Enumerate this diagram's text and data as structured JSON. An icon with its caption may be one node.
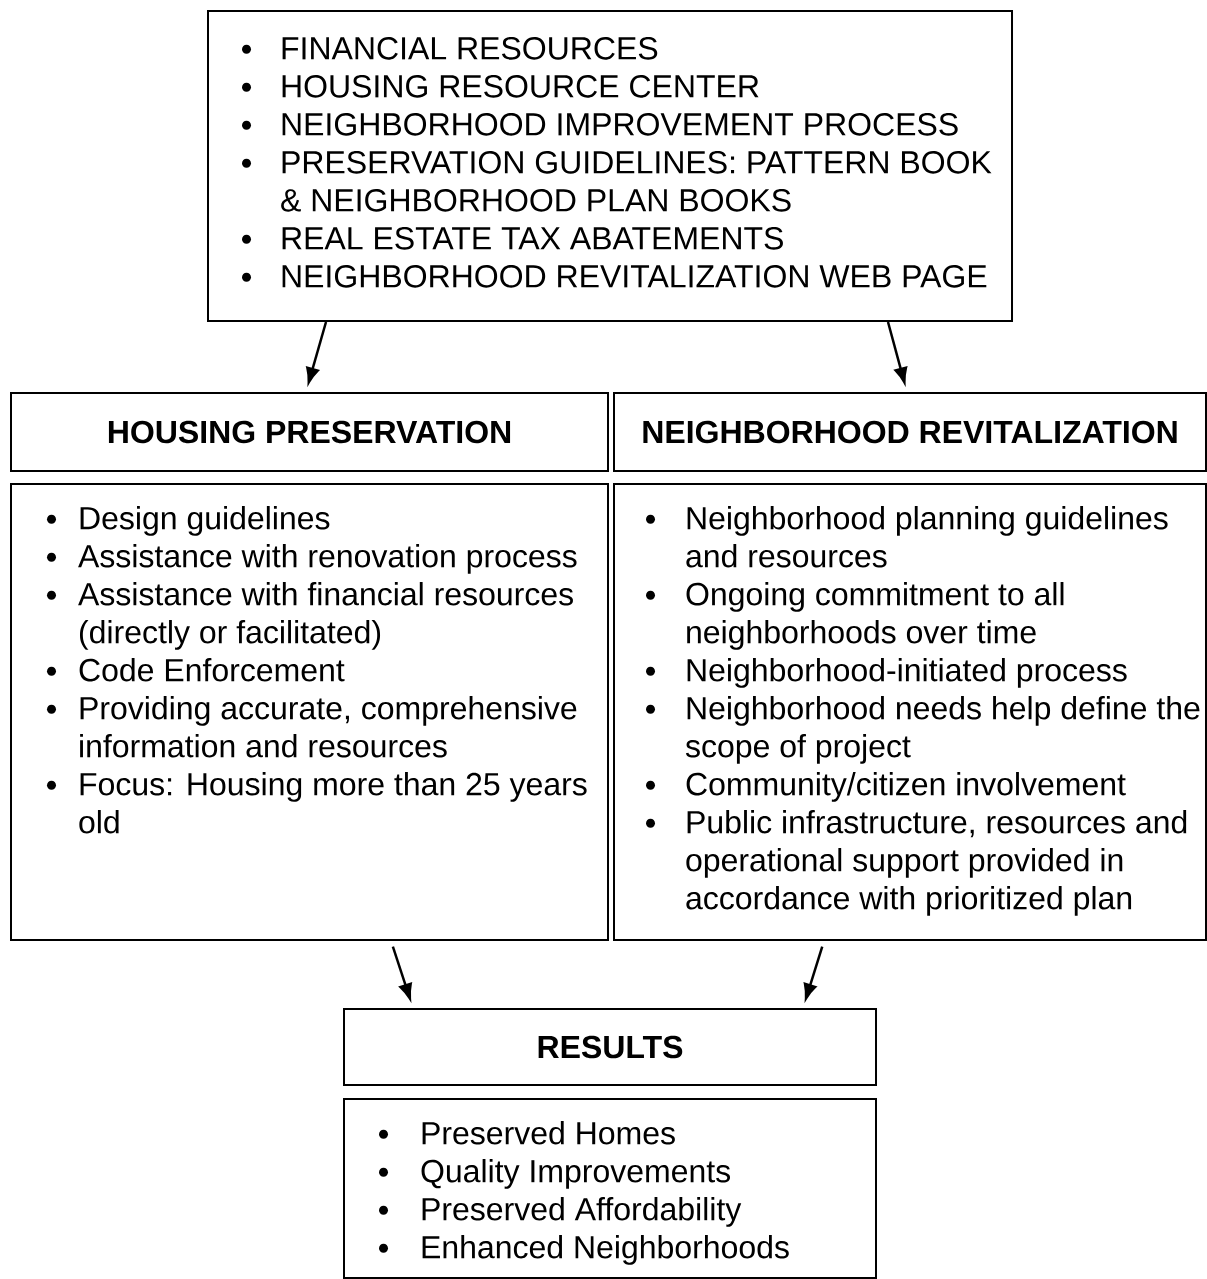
{
  "diagram": {
    "nodes": [
      {
        "text": [
          "FINANCIAL RESOURCES",
          "HOUSING RESOURCE CENTER",
          "NEIGHBORHOOD IMPROVEMENT PROCESS",
          "PRESERVATION GUIDELINES: PATTERN BOOK & NEIGHBORHOOD PLAN BOOKS",
          "REAL ESTATE TAX ABATEMENTS",
          "NEIGHBORHOOD REVITALIZATION WEB PAGE"
        ]
      },
      {
        "text": [
          "HOUSING PRESERVATION"
        ]
      },
      {
        "text": [
          "NEIGHBORHOOD REVITALIZATION"
        ]
      },
      {
        "text": [
          "Design guidelines",
          "Assistance with renovation process",
          "Assistance with financial resources (directly or facilitated)",
          "Code Enforcement",
          "Providing accurate, comprehensive information and resources",
          "Focus: Housing more than 25 years old"
        ]
      },
      {
        "text": [
          "Neighborhood planning guidelines and resources",
          "Ongoing commitment to all neighborhoods over time",
          "Neighborhood-initiated process",
          "Neighborhood needs help define the scope of project",
          "Community/citizen involvement",
          "Public infrastructure, resources and operational support provided in accordance with prioritized plan"
        ]
      },
      {
        "text": [
          "RESULTS"
        ]
      },
      {
        "text": [
          "Preserved Homes",
          "Quality Improvements",
          "Preserved Affordability",
          "Enhanced Neighborhoods"
        ]
      }
    ],
    "edges": [
      {
        "from": 0,
        "to": 1,
        "arrow": "to"
      },
      {
        "from": 0,
        "to": 2,
        "arrow": "to"
      },
      {
        "from": 3,
        "to": 5,
        "arrow": "to"
      },
      {
        "from": 4,
        "to": 5,
        "arrow": "to"
      }
    ]
  }
}
